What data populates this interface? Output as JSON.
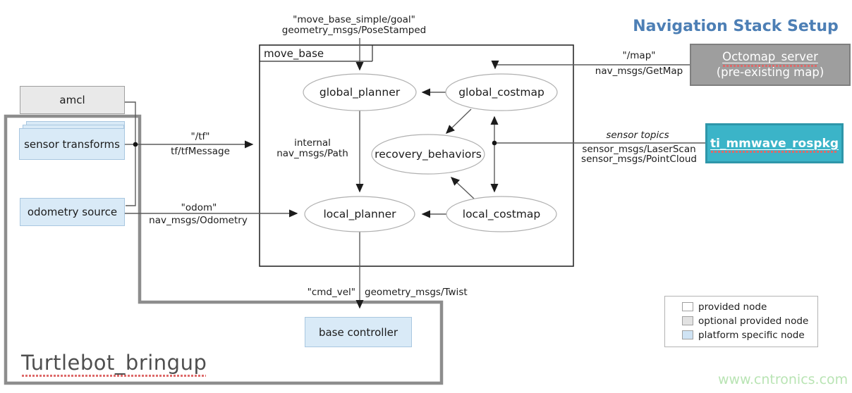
{
  "title": "Navigation Stack Setup",
  "watermark": "www.cntronics.com",
  "containers": {
    "move_base": "move_base",
    "turtlebot_bringup": "Turtlebot_bringup"
  },
  "nodes": {
    "amcl": "amcl",
    "sensor_transforms": "sensor transforms",
    "odometry_source": "odometry source",
    "base_controller": "base controller",
    "global_planner": "global_planner",
    "global_costmap": "global_costmap",
    "recovery_behaviors": "recovery_behaviors",
    "local_planner": "local_planner",
    "local_costmap": "local_costmap",
    "octomap_server": "Octomap_server",
    "octomap_server_note": "(pre-existing map)",
    "ti_mmwave_rospkg": "ti_mmwave_rospkg"
  },
  "edge_labels": {
    "goal_topic": "\"move_base_simple/goal\"",
    "goal_type": "geometry_msgs/PoseStamped",
    "map_topic": "\"/map\"",
    "map_type": "nav_msgs/GetMap",
    "tf_topic": "\"/tf\"",
    "tf_type": "tf/tfMessage",
    "odom_topic": "\"odom\"",
    "odom_type": "nav_msgs/Odometry",
    "internal_label": "internal",
    "internal_type": "nav_msgs/Path",
    "sensor_label": "sensor topics",
    "sensor_type_1": "sensor_msgs/LaserScan",
    "sensor_type_2": "sensor_msgs/PointCloud",
    "cmdvel_topic": "\"cmd_vel\"",
    "cmdvel_type": "geometry_msgs/Twist"
  },
  "legend": {
    "items": [
      {
        "label": "provided node",
        "color": "#ffffff"
      },
      {
        "label": "optional provided node",
        "color": "#e2e2e2"
      },
      {
        "label": "platform specific node",
        "color": "#cfe3f4"
      }
    ]
  },
  "colors": {
    "title": "#4d7fb5",
    "optional_node_fill": "#e9e9e9",
    "platform_node_fill": "#d9eaf7",
    "octomap_fill": "#9e9e9e",
    "ti_mmwave_fill": "#3bb4c8",
    "watermark": "#b9e4b4"
  }
}
